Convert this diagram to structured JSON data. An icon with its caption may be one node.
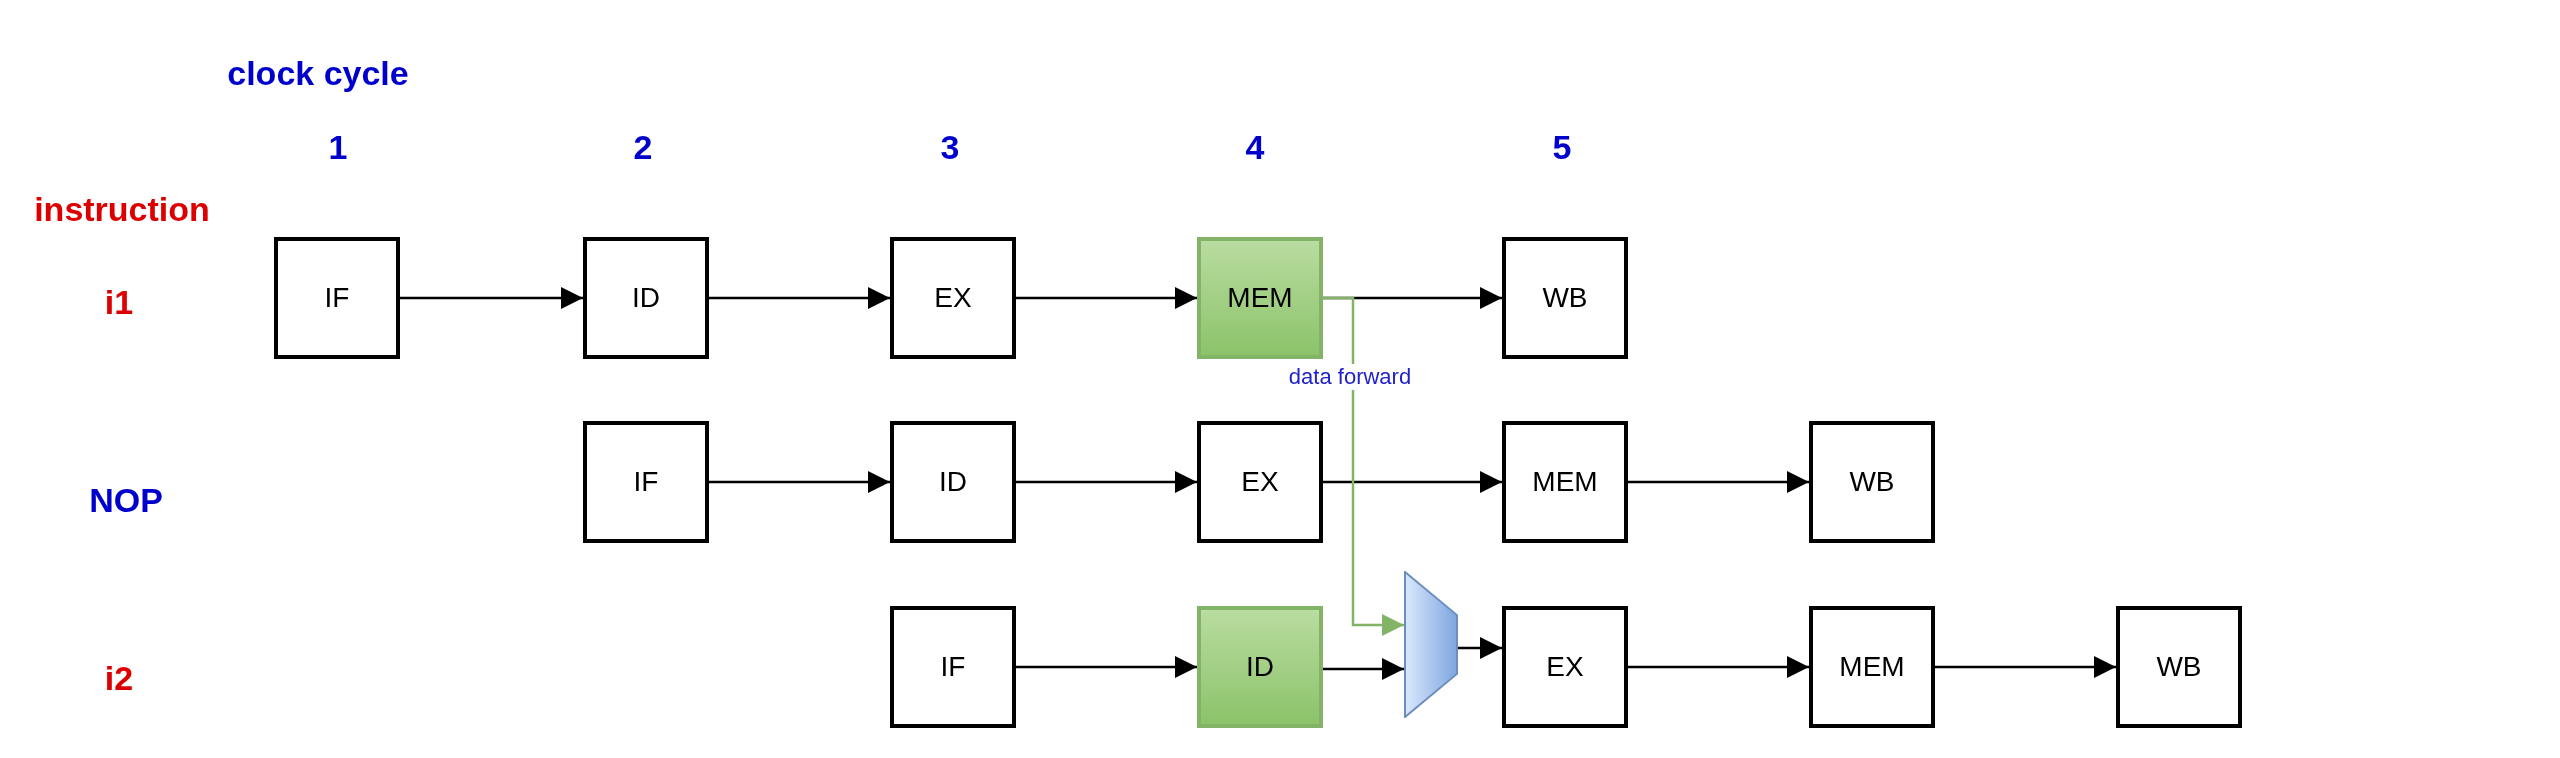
{
  "diagram": {
    "nodes": [
      {
        "text": [
          "IF"
        ]
      },
      {
        "text": [
          "ID"
        ]
      },
      {
        "text": [
          "EX"
        ]
      },
      {
        "text": [
          "MEM"
        ]
      },
      {
        "text": [
          "WB"
        ]
      },
      {
        "text": [
          "IF"
        ]
      },
      {
        "text": [
          "ID"
        ]
      },
      {
        "text": [
          "EX"
        ]
      },
      {
        "text": [
          "MEM"
        ]
      },
      {
        "text": [
          "WB"
        ]
      },
      {
        "text": [
          "IF"
        ]
      },
      {
        "text": [
          "ID"
        ]
      },
      {
        "text": [],
        "shape": "trapezoid"
      },
      {
        "text": [
          "EX"
        ]
      },
      {
        "text": [
          "MEM"
        ]
      },
      {
        "text": [
          "WB"
        ]
      }
    ],
    "edges": [
      {
        "from": 0,
        "to": 1,
        "arrow": "to"
      },
      {
        "from": 1,
        "to": 2,
        "arrow": "to"
      },
      {
        "from": 2,
        "to": 3,
        "arrow": "to"
      },
      {
        "from": 3,
        "to": 4,
        "arrow": "to"
      },
      {
        "from": 5,
        "to": 6,
        "arrow": "to"
      },
      {
        "from": 6,
        "to": 7,
        "arrow": "to"
      },
      {
        "from": 7,
        "to": 8,
        "arrow": "to"
      },
      {
        "from": 8,
        "to": 9,
        "arrow": "to"
      },
      {
        "from": 10,
        "to": 11,
        "arrow": "to"
      },
      {
        "from": 11,
        "to": 12,
        "arrow": "to"
      },
      {
        "from": 12,
        "to": 13,
        "arrow": "to"
      },
      {
        "from": 13,
        "to": 14,
        "arrow": "to"
      },
      {
        "from": 14,
        "to": 15,
        "arrow": "to"
      },
      {
        "from": 3,
        "to": 12,
        "arrow": "to",
        "label": "data forward",
        "color": "#82b366"
      }
    ],
    "labels": [
      "clock cycle",
      "1",
      "2",
      "3",
      "4",
      "5",
      "instruction",
      "i1",
      "NOP",
      "i2"
    ]
  }
}
